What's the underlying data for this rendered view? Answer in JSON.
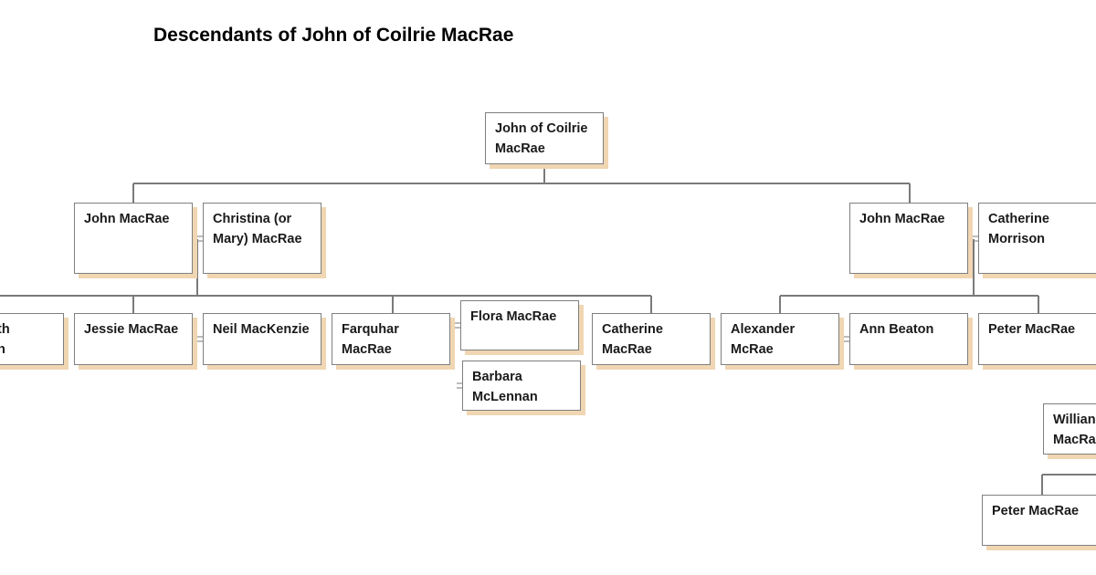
{
  "title": "Descendants of John of Coilrie MacRae",
  "colors": {
    "box_border": "#7f7f7f",
    "box_shadow": "#f0d6b2",
    "line": "#7a7a7a",
    "text": "#1a1a1a"
  },
  "people": {
    "root": "John of Coilrie MacRae",
    "son_john_left": "John MacRae",
    "wife_christina": "Christina (or Mary) MacRae",
    "son_john_right": "John MacRae",
    "wife_catherine_morrison": "Catherine Morrison",
    "grandchild_cut_left": "th n",
    "grandchild_jessie": "Jessie MacRae",
    "spouse_neil": "Neil MacKenzie",
    "grandchild_farquhar": "Farquhar MacRae",
    "spouse_flora": "Flora MacRae",
    "spouse_barbara": "Barbara McLennan",
    "grandchild_catherine": "Catherine MacRae",
    "grandchild_alexander": "Alexander McRae",
    "spouse_ann": "Ann Beaton",
    "grandchild_peter": "Peter MacRae",
    "great_grandchild_william": "Willian MacRa",
    "great_great_grandchild_peter": "Peter MacRae"
  }
}
